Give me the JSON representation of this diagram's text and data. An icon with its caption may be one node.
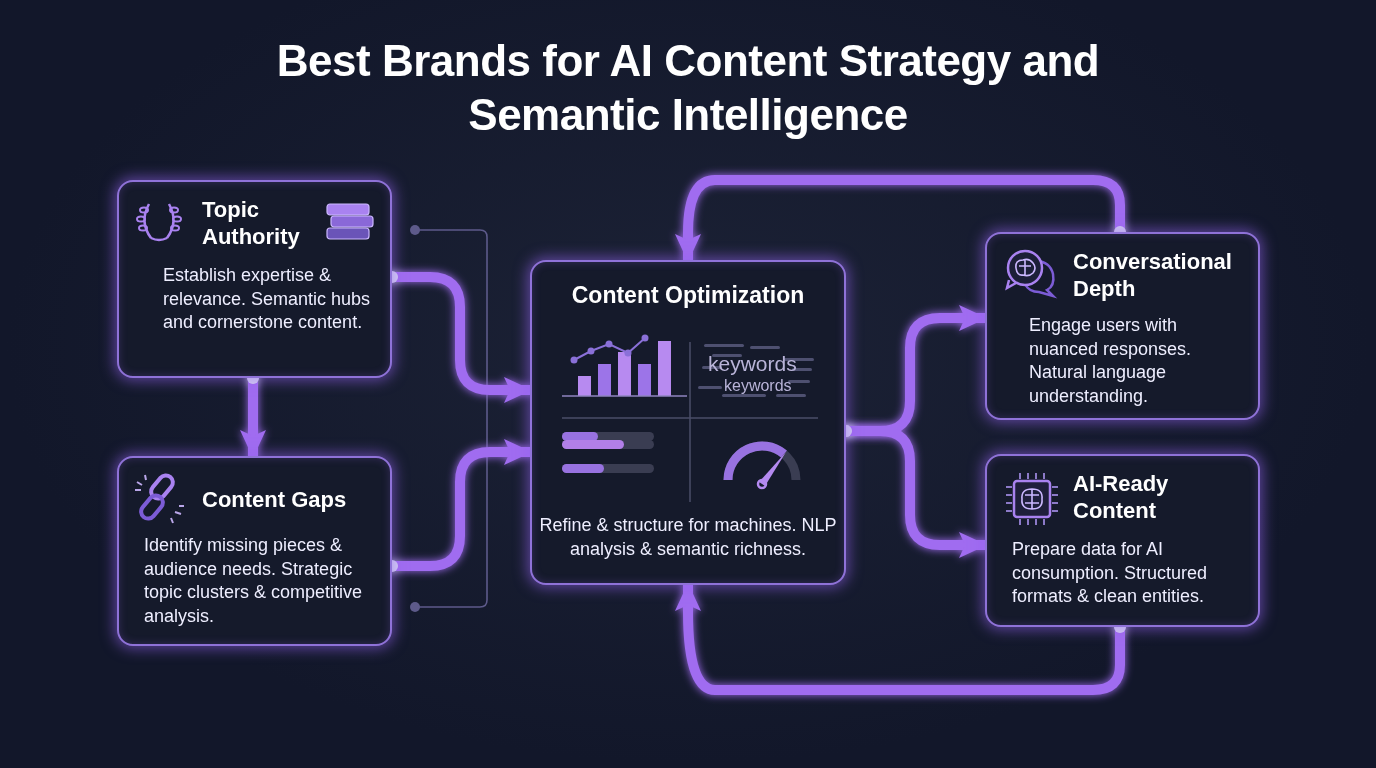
{
  "diagram": {
    "title": "Best Brands for AI Content Strategy and Semantic Intelligence",
    "nodes": [
      {
        "text": [
          "Topic Authority",
          "Establish expertise & relevance. Semantic hubs and cornerstone content."
        ]
      },
      {
        "text": [
          "Content Gaps",
          "Identify missing pieces & audience needs. Strategic topic clusters & competitive analysis."
        ]
      },
      {
        "text": [
          "Content Optimization",
          "Refine & structure for machines. NLP analysis & semantic richness."
        ]
      },
      {
        "text": [
          "Conversational Depth",
          "Engage users with nuanced responses. Natural language understanding."
        ]
      },
      {
        "text": [
          "AI-Ready Content",
          "Prepare data for AI consumption. Structured formats & clean entities."
        ]
      }
    ],
    "edges": [
      {
        "from": 0,
        "to": 1,
        "arrow": "to"
      },
      {
        "from": 0,
        "to": 2,
        "arrow": "to"
      },
      {
        "from": 1,
        "to": 2,
        "arrow": "to"
      },
      {
        "from": 2,
        "to": 3,
        "arrow": "to"
      },
      {
        "from": 2,
        "to": 4,
        "arrow": "to"
      },
      {
        "from": 3,
        "to": 2,
        "arrow": "to"
      },
      {
        "from": 4,
        "to": 2,
        "arrow": "to"
      }
    ],
    "labels": [
      "keywords",
      "keywords"
    ]
  }
}
